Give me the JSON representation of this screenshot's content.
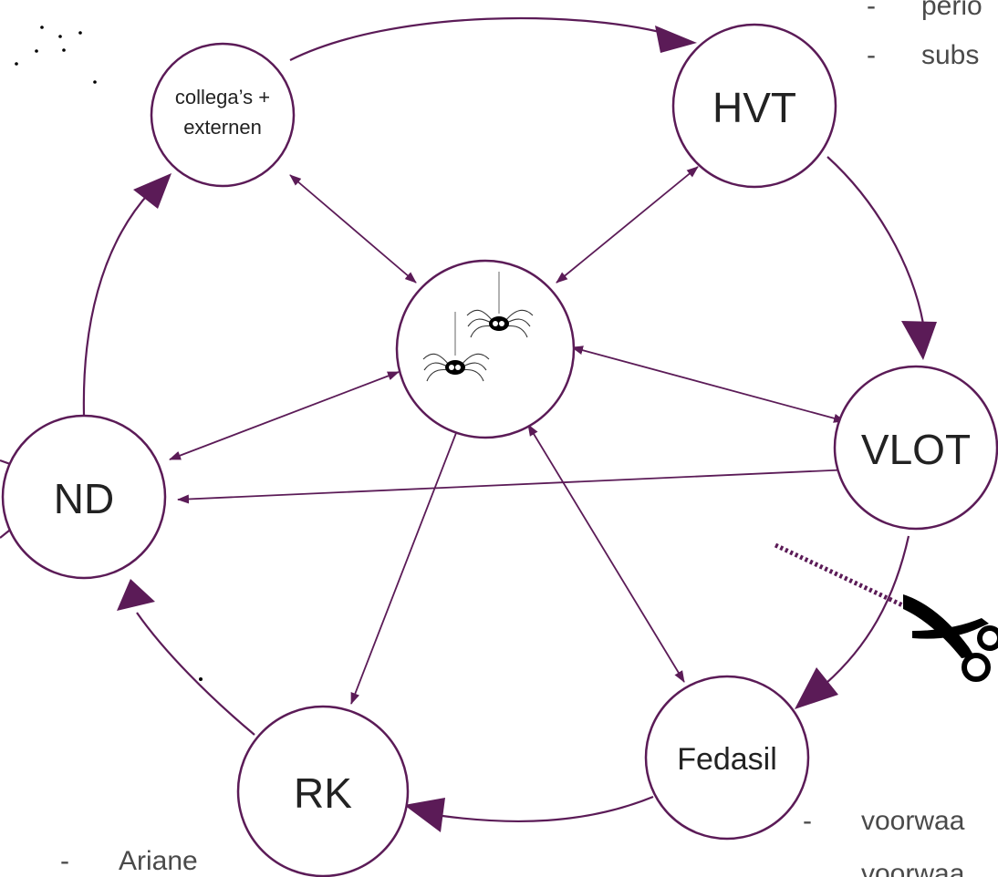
{
  "diagram": {
    "nodes": {
      "collega": {
        "line1": "collega’s +",
        "line2": "externen"
      },
      "hvt": {
        "label": "HVT"
      },
      "vlot": {
        "label": "VLOT"
      },
      "fedasil": {
        "label": "Fedasil"
      },
      "rk": {
        "label": "RK"
      },
      "nd": {
        "label": "ND"
      },
      "center": {
        "icon": "spider-icon"
      }
    },
    "notes": {
      "top_right": [
        "perio",
        "subs"
      ],
      "bottom_right": [
        "voorwaa",
        "voorwaa"
      ],
      "bottom_left": [
        "Ariane"
      ],
      "bullet": "-"
    },
    "decor": {
      "scissors_icon": "scissors-icon"
    },
    "colors": {
      "accent": "#5b1b57",
      "text": "#222222",
      "note_text": "#4a4a4a"
    }
  }
}
